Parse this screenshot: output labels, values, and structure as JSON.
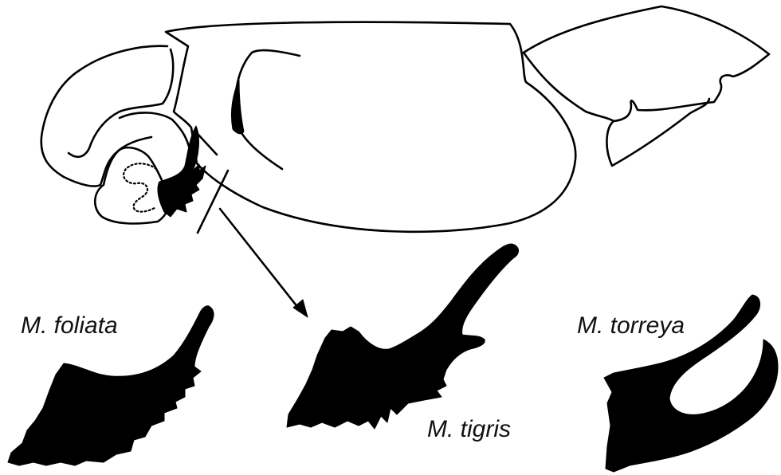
{
  "figure": {
    "colors": {
      "ink": "#000000",
      "background": "#ffffff"
    },
    "labels": {
      "species_a": "M. foliata",
      "species_b": "M. tigris",
      "species_c": "M. torreya"
    }
  }
}
